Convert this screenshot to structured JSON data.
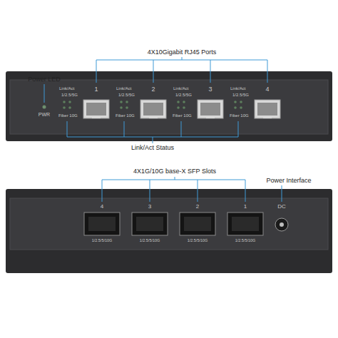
{
  "diagram": {
    "labels": [
      "Power LED",
      "4X10Gigabit RJ45 Ports",
      "PWR",
      "Link/Act",
      "1/2.5/5G",
      "Fiber 10G",
      "1",
      "Link/Act",
      "1/2.5/5G",
      "Fiber 10G",
      "2",
      "Link/Act",
      "1/2.5/5G",
      "Fiber 10G",
      "3",
      "Link/Act",
      "1/2.5/5G",
      "Fiber 10G",
      "4",
      "Link/Act Status",
      "4X1G/10G base-X SFP Slots",
      "Power Interface",
      "4",
      "3",
      "2",
      "1",
      "1/2.5/5/10G",
      "1/2.5/5/10G",
      "1/2.5/5/10G",
      "1/2.5/5/10G",
      "DC"
    ]
  }
}
